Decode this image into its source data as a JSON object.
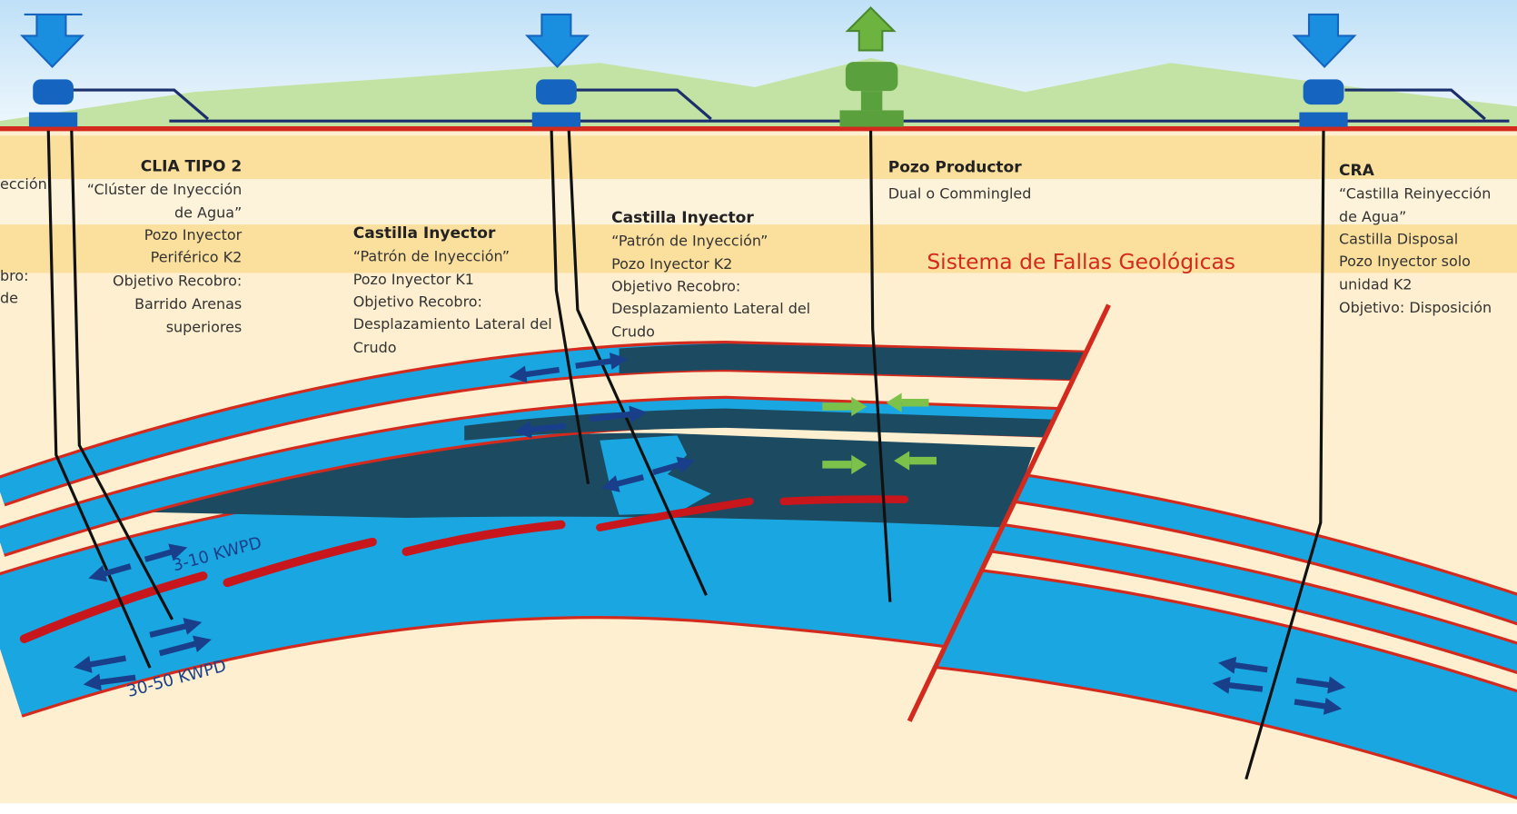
{
  "wells": {
    "clia": {
      "title": "CLIA TIPO 2",
      "lines": [
        "“Clúster de Inyección",
        "de Agua”",
        "Pozo Inyector",
        "Periférico K2",
        "Objetivo Recobro:",
        "Barrido Arenas",
        "superiores"
      ]
    },
    "left_cut": {
      "lines": [
        "ección",
        "bro:",
        "de"
      ]
    },
    "k1": {
      "title": "Castilla Inyector",
      "lines": [
        "“Patrón de Inyección”",
        "Pozo Inyector K1",
        "Objetivo Recobro:",
        "Desplazamiento Lateral del",
        "Crudo"
      ]
    },
    "k2": {
      "title": "Castilla Inyector",
      "lines": [
        "“Patrón de Inyección”",
        "Pozo Inyector K2",
        "Objetivo Recobro:",
        "Desplazamiento Lateral del",
        "Crudo"
      ]
    },
    "productor": {
      "title": "Pozo Productor",
      "lines": [
        "Dual o Commingled"
      ]
    },
    "cra": {
      "title": "CRA",
      "lines": [
        "“Castilla Reinyección",
        "de Agua”",
        "Castilla Disposal",
        "Pozo Inyector solo",
        "unidad K2",
        "Objetivo: Disposición"
      ]
    }
  },
  "fault_label": "Sistema de Fallas Geológicas",
  "rates": {
    "low": "3-10 KWPD",
    "high": "30-50 KWPD"
  },
  "colors": {
    "water": "#1aa7e1",
    "oil": "#1c4a60",
    "fault": "#d42a1e",
    "injector": "#1565c0",
    "producer": "#5aa03c",
    "ground": "#fdefcf"
  }
}
